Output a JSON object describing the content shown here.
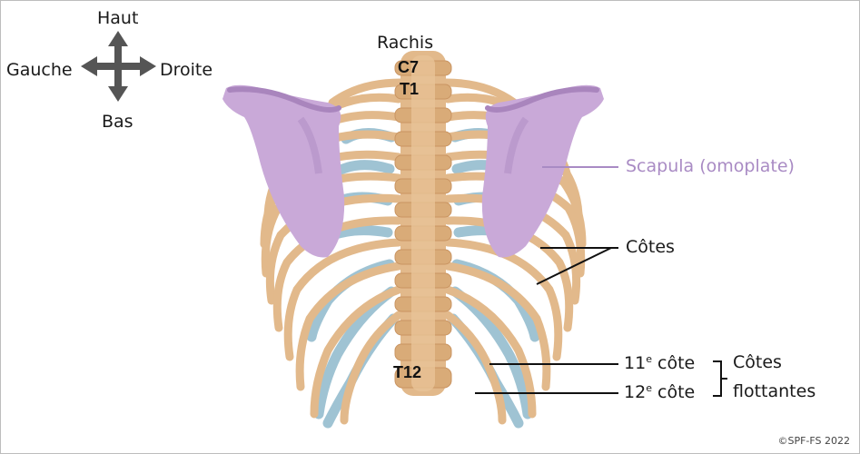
{
  "compass": {
    "up": "Haut",
    "down": "Bas",
    "left": "Gauche",
    "right": "Droite"
  },
  "spine": {
    "title": "Rachis",
    "c7": "C7",
    "t1": "T1",
    "t12": "T12"
  },
  "labels": {
    "scapula": "Scapula (omoplate)",
    "ribs": "Côtes",
    "rib11_num": "11",
    "rib12_num": "12",
    "rib_sup": "e",
    "rib_word": " côte",
    "floating_line1": "Côtes",
    "floating_line2": "flottantes"
  },
  "copyright": "©SPF-FS 2022",
  "colors": {
    "bone": "#e2b98b",
    "cartilage": "#9fc3d3",
    "scapula": "#c9a9d8",
    "scapula_label": "#a98bc4",
    "leader": "#111111"
  }
}
